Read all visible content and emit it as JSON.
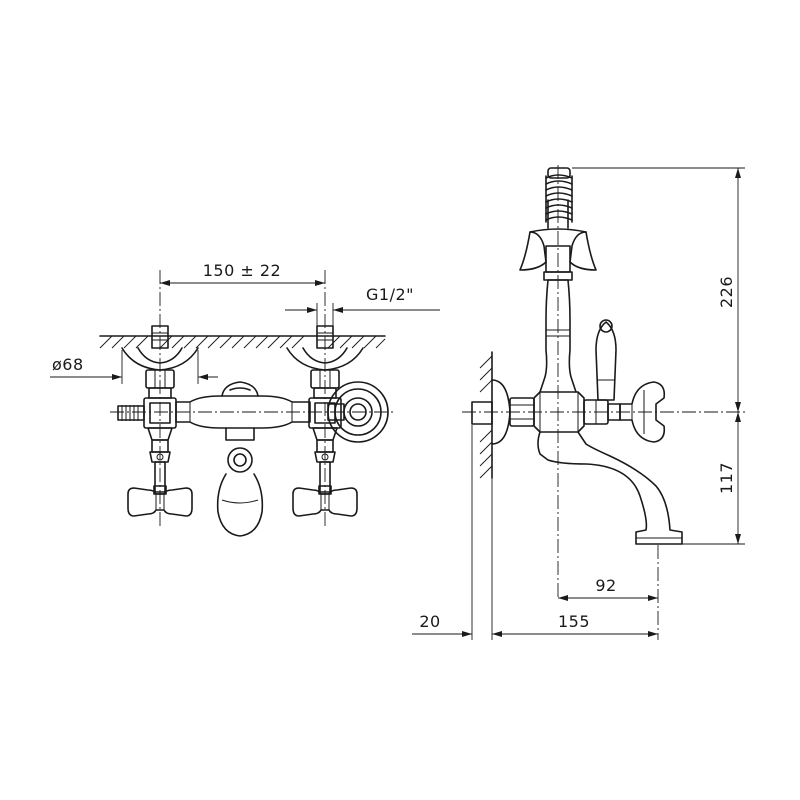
{
  "dimensions": {
    "spacing": "150 ± 22",
    "thread": "G1/2\"",
    "flange_diameter": "ø68",
    "total_height": "226",
    "spout_height": "117",
    "spout_offset": "92",
    "projection": "155",
    "wall_gap": "20"
  }
}
